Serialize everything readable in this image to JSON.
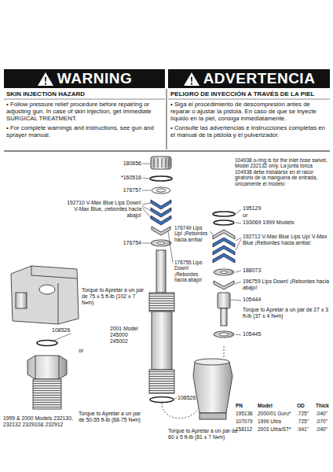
{
  "diagram": {
    "nodes": [
      {
        "text": [
          "WARNING"
        ]
      },
      {
        "text": [
          "ADVERTENCIA"
        ]
      }
    ],
    "labels": [
      "SKIN INJECTION HAZARD",
      "PELIGRO DE INYECCIÓN A TRAVÉS DE LA PIEL",
      "• Follow pressure relief procedure before repairing or adjusting gun. In case of skin injection, get immediate SURGICAL TREATMENT.",
      "• Siga el procedimiento de descompresión antes de reparar o ajustar la pistola. En caso de que se inyecte líquido en la piel, consiga inmediatamente.",
      "• For complete warnings and instructions, see gun and sprayer manual.",
      "• Consulte las advertencias e instrucciones completas en el manual de la pistola y el pulverizador.",
      "180656",
      "*160516",
      "176757",
      "192710 V-Max Blue Lips Down! V-Max Blue, ¡rebordes hacia abajo!",
      "176754",
      "176755 Lips Down! ¡Rebordes hacia abajo!",
      "Torque to Apretar a un par de 75 ± 5 ft-lb (102 ± 7 N•m)",
      "108526",
      "or",
      "2001 Model 245000 245002",
      "108526",
      "1999 & 2000 Models 232130, 232132 232910& 232912",
      "Torque to Apretar a un par de 50-55 ft-lb (68-75 N•m)",
      "Torque to Apretar a un par de 60 ± 5 ft-lb (81 ± 7 N•m)",
      "104938 o-ring is for the inlet hose swivel, Model 232132 only. La junta tórica 104938 debe instalarse en el racor giratorio de la manguera de entrada, únicamente el modelo",
      "195129",
      "or",
      "193069 1999 Models",
      "176749 Lips Up! ¡Rebordes hacia arriba!",
      "192712 V-Max Blue Lips Up! V-Max Blue ¡Rebordes hacia arriba!",
      "188073",
      "196759 Lips Down! ¡Rebordes hacia abajo!",
      "105444",
      "Torque to Apretar a un par de 27 ± 3 ft-lb (37 ± 4 N•m)",
      "105445",
      "PN",
      "Model",
      "OD",
      "Thick",
      "195136",
      "2000/01 Guru*",
      ".725\"",
      ".040\"",
      "107079",
      "1999 Ultra",
      ".725\"",
      ".070\"",
      "158112",
      "2003 Ultra/ST*",
      ".941\"",
      ".040\""
    ]
  }
}
